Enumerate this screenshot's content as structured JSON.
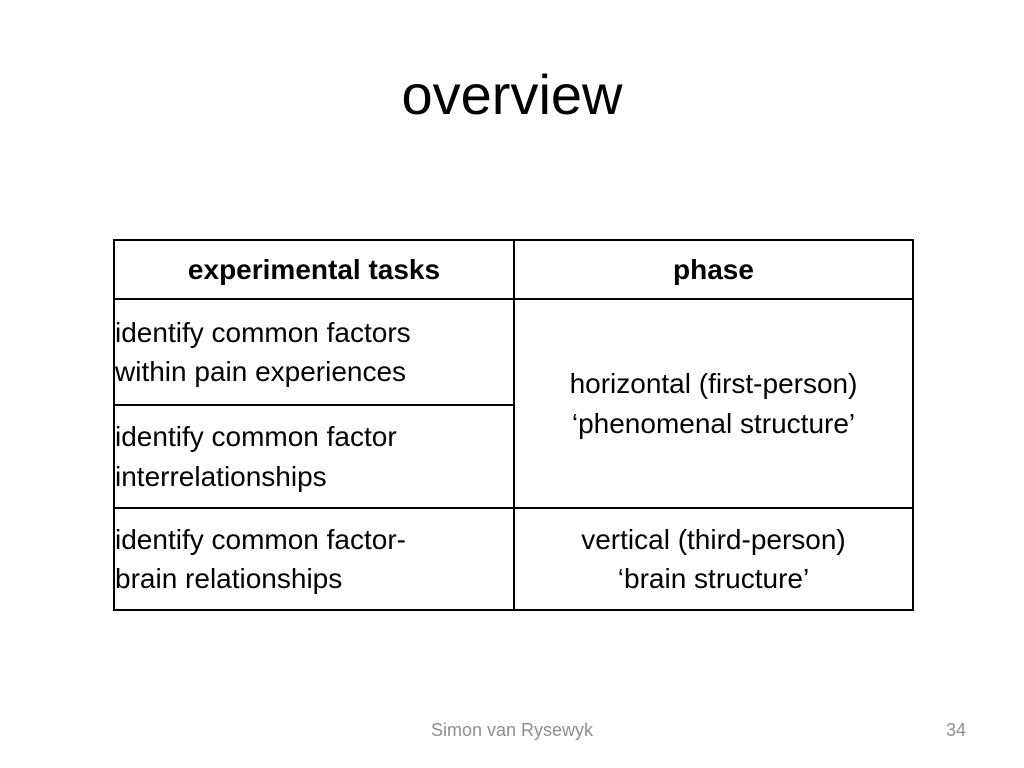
{
  "slide": {
    "title": "overview",
    "table": {
      "headers": [
        "experimental tasks",
        "phase"
      ],
      "tasks": [
        "identify common factors\nwithin pain experiences",
        "identify common factor\ninterrelationships",
        "identify common factor-\nbrain relationships"
      ],
      "phases": [
        "horizontal (first-person)\n‘phenomenal structure’",
        "vertical (third-person)\n‘brain structure’"
      ]
    },
    "footer": {
      "author": "Simon van Rysewyk",
      "page_number": "34"
    }
  }
}
